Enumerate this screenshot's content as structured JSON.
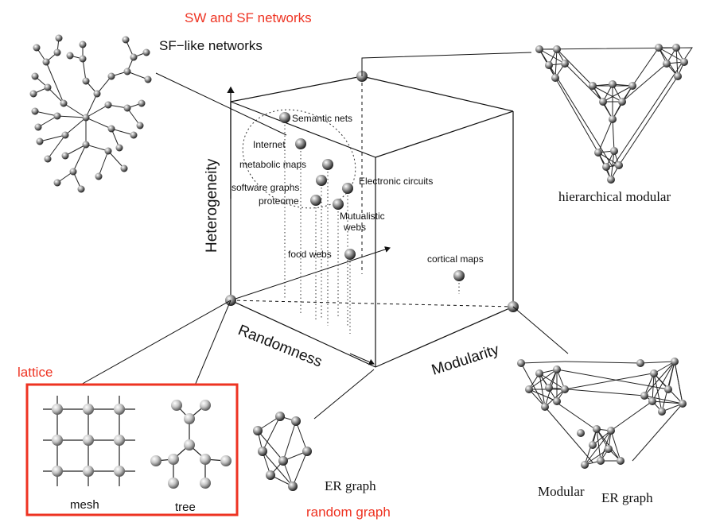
{
  "labels": {
    "sw_sf": "SW and SF networks",
    "sf_like": "SF−like networks",
    "hier_modular": "hierarchical modular",
    "heterogeneity": "Heterogeneity",
    "randomness": "Randomness",
    "modularity": "Modularity",
    "lattice": "lattice",
    "mesh": "mesh",
    "tree": "tree",
    "er_graph": "ER graph",
    "random_graph": "random graph",
    "modular": "Modular",
    "modular_er_graph": "ER graph"
  },
  "networks": [
    {
      "name": "Semantic nets"
    },
    {
      "name": "Internet"
    },
    {
      "name": "metabolic maps"
    },
    {
      "name": "software graphs"
    },
    {
      "name": "Electronic circuits"
    },
    {
      "name": "proteome"
    },
    {
      "name": "Mutualistic"
    },
    {
      "name": "webs"
    },
    {
      "name": "food webs"
    },
    {
      "name": "cortical maps"
    }
  ],
  "colors": {
    "accent_red": "#ee3322",
    "line": "#111111",
    "node_dark": "#222222",
    "node_light": "#c8c8c8"
  }
}
